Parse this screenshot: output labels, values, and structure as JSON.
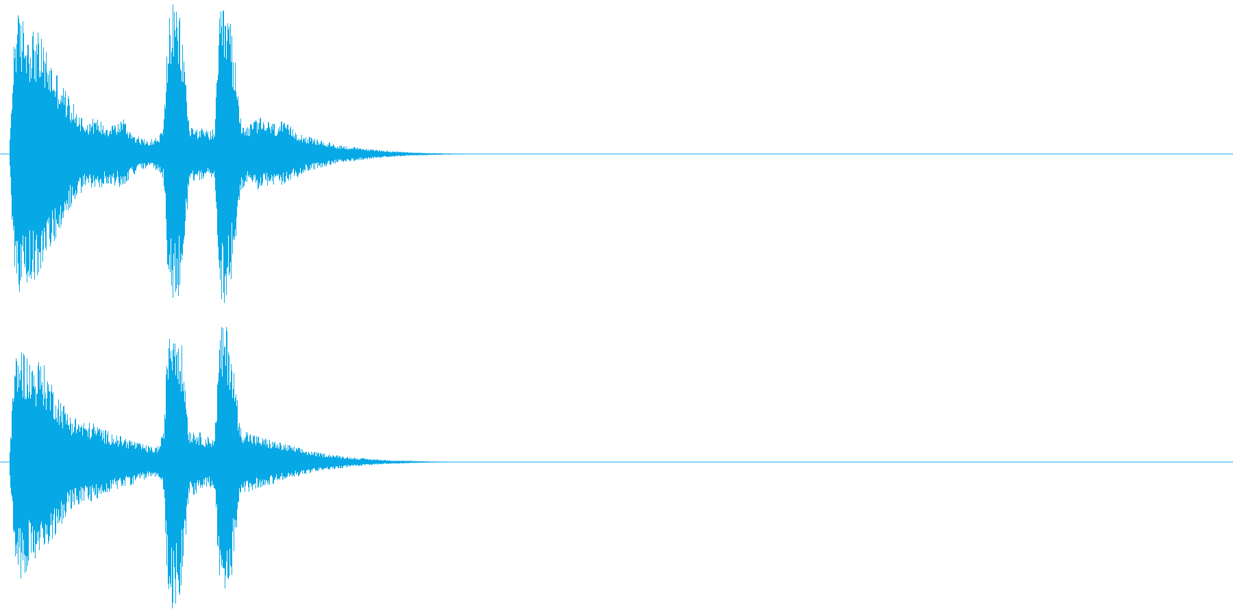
{
  "waveform": {
    "color": "#06a8e5",
    "background": "#ffffff",
    "channels": [
      {
        "name": "channel-1",
        "envelope": [
          0.1,
          0.95,
          0.93,
          0.9,
          0.86,
          0.84,
          0.78,
          0.72,
          0.63,
          0.56,
          0.5,
          0.42,
          0.36,
          0.3,
          0.26,
          0.22,
          0.24,
          0.24,
          0.22,
          0.2,
          0.22,
          0.2,
          0.26,
          0.18,
          0.15,
          0.12,
          0.1,
          0.1,
          0.1,
          0.12,
          0.18,
          0.97,
          1.0,
          0.96,
          0.7,
          0.2,
          0.18,
          0.18,
          0.16,
          0.16,
          0.17,
          0.95,
          1.0,
          0.92,
          0.62,
          0.26,
          0.2,
          0.2,
          0.24,
          0.24,
          0.22,
          0.22,
          0.2,
          0.22,
          0.2,
          0.18,
          0.16,
          0.14,
          0.12,
          0.11,
          0.1,
          0.09,
          0.08,
          0.07,
          0.06,
          0.06,
          0.05,
          0.05,
          0.04,
          0.04,
          0.035,
          0.03,
          0.03,
          0.025,
          0.02,
          0.02,
          0.015,
          0.015,
          0.012,
          0.01,
          0.009,
          0.008,
          0.007,
          0.006,
          0.005,
          0.004,
          0.004,
          0.003,
          0.003,
          0.002,
          0.002,
          0.002,
          0.001,
          0.001,
          0.001,
          0.001,
          0.0,
          0.0,
          0.0,
          0.0
        ]
      },
      {
        "name": "channel-2",
        "envelope": [
          0.1,
          0.72,
          0.78,
          0.74,
          0.68,
          0.66,
          0.7,
          0.62,
          0.55,
          0.48,
          0.42,
          0.36,
          0.32,
          0.3,
          0.28,
          0.26,
          0.27,
          0.25,
          0.23,
          0.21,
          0.2,
          0.18,
          0.17,
          0.16,
          0.15,
          0.13,
          0.12,
          0.11,
          0.1,
          0.11,
          0.2,
          0.98,
          1.0,
          0.95,
          0.66,
          0.22,
          0.22,
          0.2,
          0.18,
          0.17,
          0.18,
          0.88,
          0.94,
          0.86,
          0.55,
          0.24,
          0.22,
          0.2,
          0.18,
          0.17,
          0.16,
          0.15,
          0.14,
          0.13,
          0.12,
          0.11,
          0.1,
          0.09,
          0.08,
          0.07,
          0.065,
          0.06,
          0.055,
          0.05,
          0.045,
          0.04,
          0.035,
          0.03,
          0.028,
          0.025,
          0.022,
          0.02,
          0.018,
          0.015,
          0.013,
          0.011,
          0.01,
          0.009,
          0.008,
          0.007,
          0.006,
          0.005,
          0.004,
          0.004,
          0.003,
          0.003,
          0.002,
          0.002,
          0.001,
          0.001,
          0.001,
          0.001,
          0.0,
          0.0,
          0.0,
          0.0,
          0.0,
          0.0,
          0.0,
          0.0
        ]
      }
    ]
  }
}
